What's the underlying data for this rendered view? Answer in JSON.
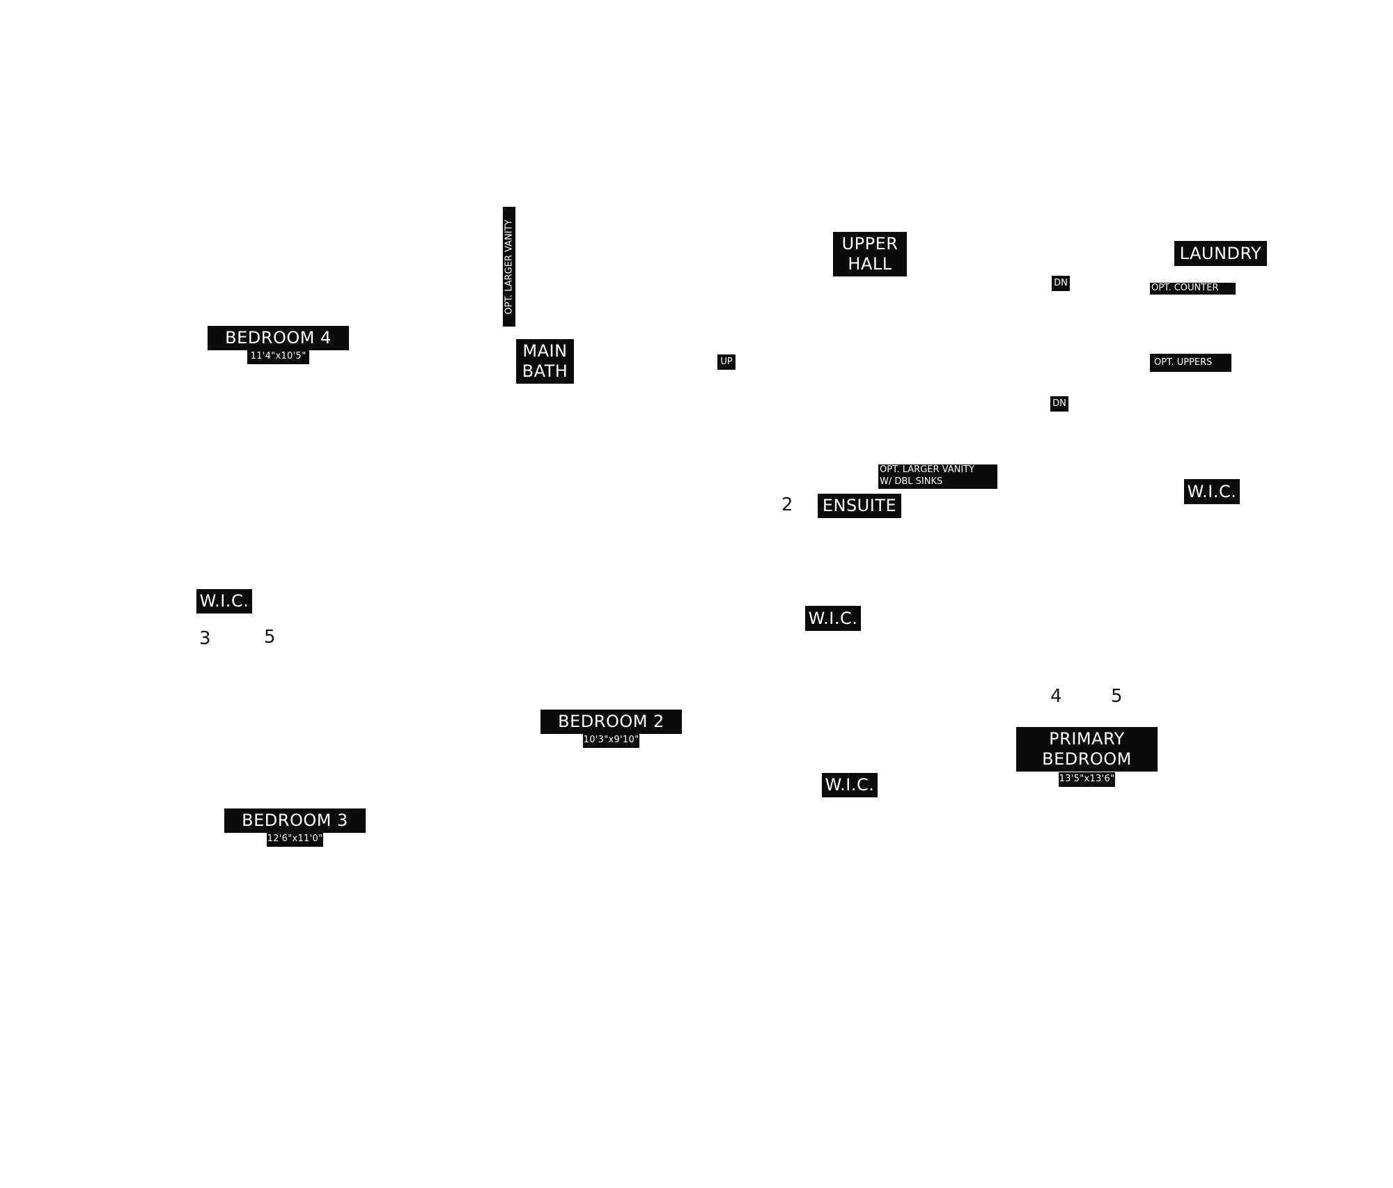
{
  "colors": {
    "background": "#ffffff",
    "label_fill": "#0b0b0b",
    "label_text": "#ffffff",
    "number_text": "#111111"
  },
  "rooms": {
    "bedroom_4": {
      "name": "BEDROOM 4",
      "dims": "11'4\"x10'5\""
    },
    "main_bath": {
      "line1": "MAIN",
      "line2": "BATH"
    },
    "upper_hall": {
      "line1": "UPPER",
      "line2": "HALL"
    },
    "laundry": {
      "name": "LAUNDRY"
    },
    "ensuite": {
      "name": "ENSUITE"
    },
    "wic_right": {
      "name": "W.I.C."
    },
    "wic_left": {
      "name": "W.I.C."
    },
    "wic_center": {
      "name": "W.I.C."
    },
    "wic_lower": {
      "name": "W.I.C."
    },
    "bedroom_2": {
      "name": "BEDROOM 2",
      "dims": "10'3\"x9'10\""
    },
    "bedroom_3": {
      "name": "BEDROOM 3",
      "dims": "12'6\"x11'0\""
    },
    "primary_bedroom": {
      "line1": "PRIMARY",
      "line2": "BEDROOM",
      "dims": "13'5\"x13'6\""
    }
  },
  "notes": {
    "vanity_main": "OPT.  LARGER VANITY",
    "vanity_ensuite_line1": "OPT.  LARGER VANITY",
    "vanity_ensuite_line2": "W/ DBL SINKS",
    "counter": "OPT. COUNTER",
    "uppers": "OPT. UPPERS"
  },
  "stairs": {
    "up": "UP",
    "down_upper": "DN",
    "down_lower": "DN"
  },
  "numbers": {
    "n2": "2",
    "n3": "3",
    "n5_left": "5",
    "n4": "4",
    "n5_right": "5"
  }
}
